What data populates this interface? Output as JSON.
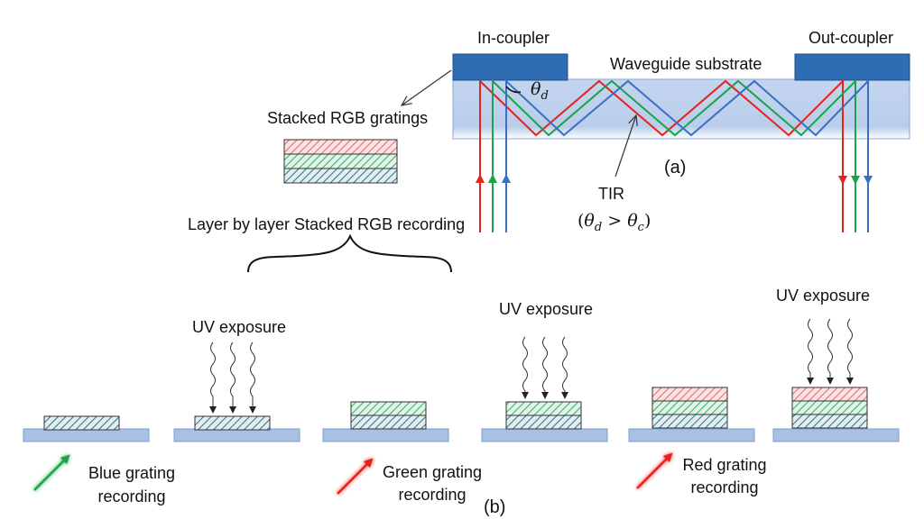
{
  "colors": {
    "red": "#e3241b",
    "green": "#1aa34a",
    "blue": "#3b6fc4",
    "substrate": "#c2d3ee",
    "coupler": "#2e6db4",
    "base_plate": "#a9bfe3",
    "hatch_red": "#e06a6a",
    "hatch_green": "#3aa86a",
    "hatch_blue": "#2f6f7f",
    "uv_wave": "#333333"
  },
  "labels": {
    "in_coupler": "In-coupler",
    "out_coupler": "Out-coupler",
    "waveguide_substrate": "Waveguide substrate",
    "theta_d": "θ",
    "theta_d_sub": "d",
    "stacked_rgb_gratings": "Stacked RGB gratings",
    "panel_a": "(a)",
    "tir": "TIR",
    "tir_condition": {
      "open": "(",
      "theta": "θ",
      "d": "d",
      "gt": " > ",
      "c": "c",
      "close": ")"
    },
    "layer_by_layer": "Layer by layer Stacked RGB recording",
    "uv_exposure_1": "UV exposure",
    "uv_exposure_2": "UV exposure",
    "uv_exposure_3": "UV exposure",
    "blue_grating_line1": "Blue grating",
    "blue_grating_line2": "recording",
    "green_grating_line1": "Green grating",
    "green_grating_line2": "recording",
    "red_grating_line1": "Red grating",
    "red_grating_line2": "recording",
    "panel_b": "(b)"
  }
}
